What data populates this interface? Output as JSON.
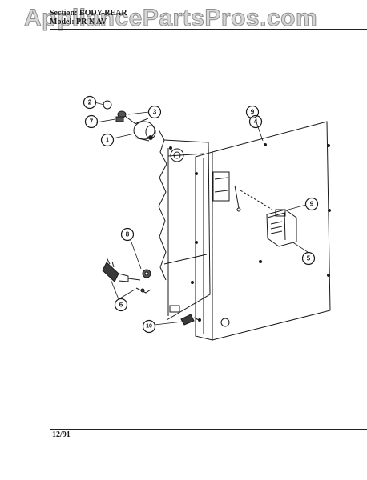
{
  "watermark": "AppliancePartsPros.com",
  "header": {
    "section_label": "Section:",
    "section_value": "BODY-REAR",
    "model_label": "Model:",
    "model_value": "PR N AV"
  },
  "footer": {
    "date_code": "12/91"
  },
  "callouts": [
    "1",
    "2",
    "3",
    "4",
    "5",
    "6",
    "7",
    "8",
    "9",
    "9",
    "10"
  ]
}
